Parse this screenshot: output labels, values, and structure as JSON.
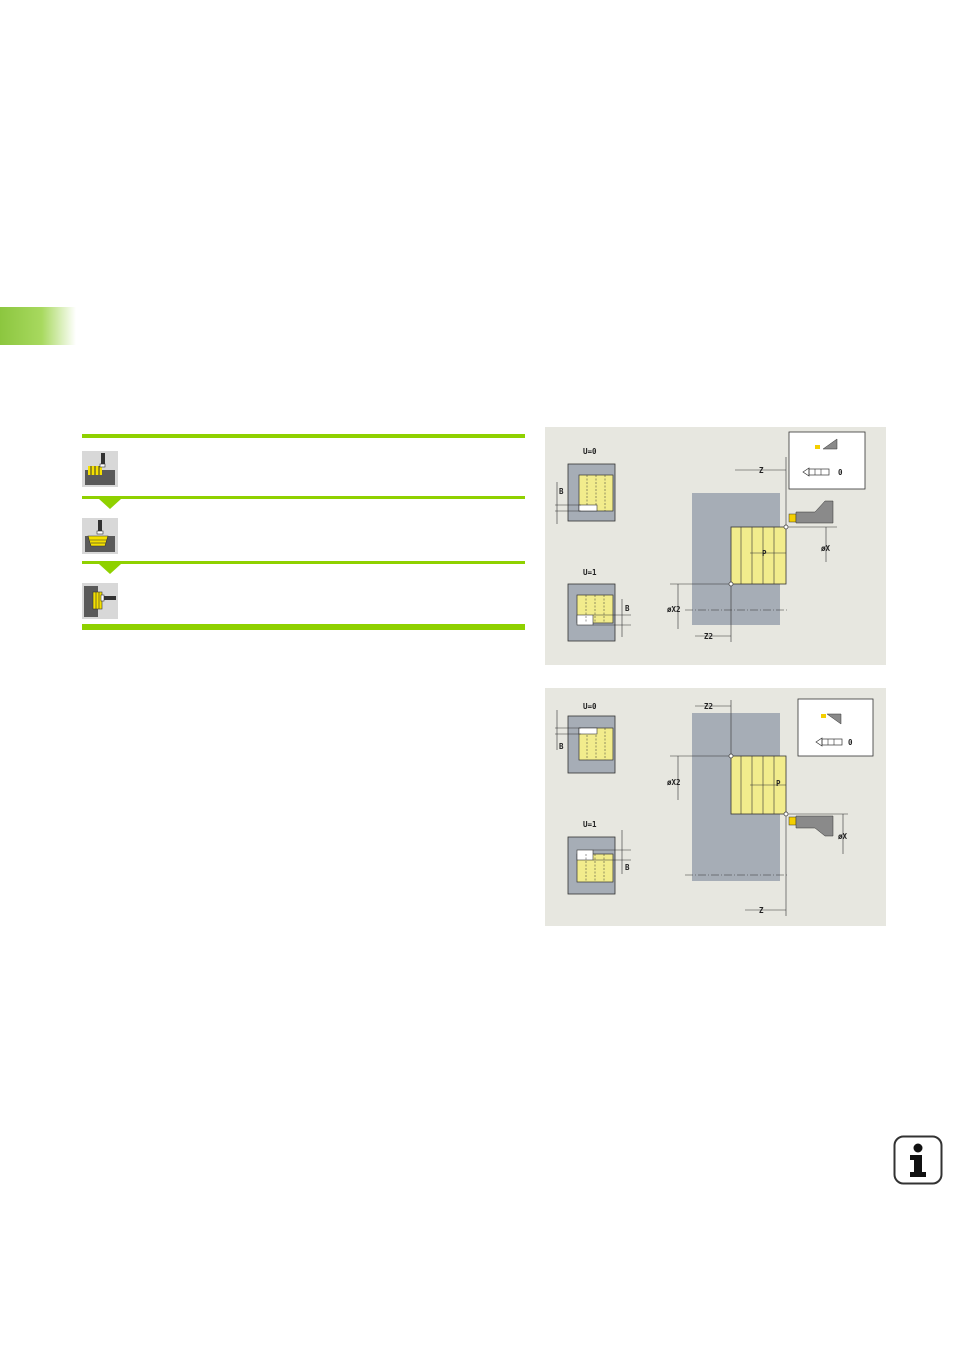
{
  "icons": [
    "cycle-icon-grooving-contour",
    "cycle-icon-grooving-pattern",
    "cycle-icon-grooving-face"
  ],
  "figure1": {
    "mode_u0": "U=0",
    "mode_u1": "U=1",
    "label_b": "B",
    "label_z": "Z",
    "label_z2": "Z2",
    "label_x": "øX",
    "label_x2": "øX2",
    "label_p": "P",
    "tool_orientation": "0"
  },
  "figure2": {
    "mode_u0": "U=0",
    "mode_u1": "U=1",
    "label_b": "B",
    "label_z": "Z",
    "label_z2": "Z2",
    "label_x": "øX",
    "label_x2": "øX2",
    "label_p": "P",
    "tool_orientation": "0"
  },
  "colors": {
    "accent": "#8fd100",
    "figure_bg": "#e7e7e0",
    "workpiece": "#a6adb6",
    "groove": "#f2ec8c"
  }
}
